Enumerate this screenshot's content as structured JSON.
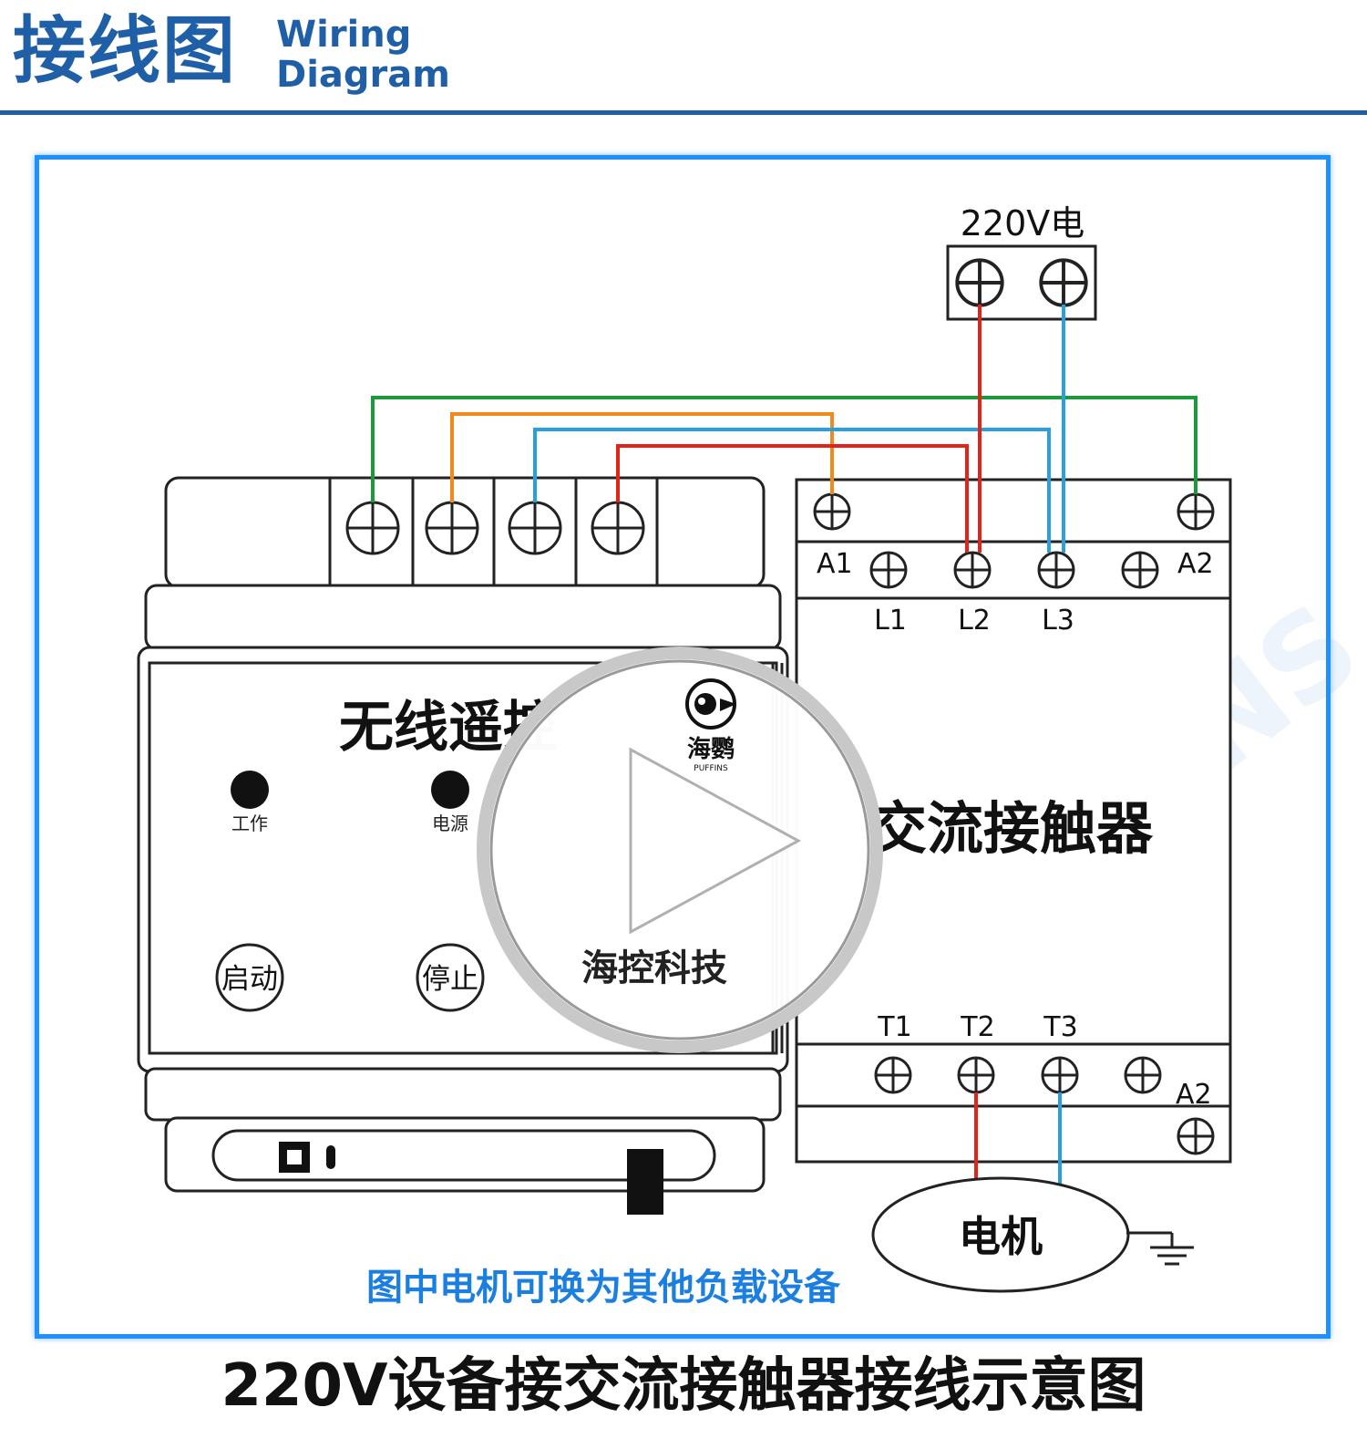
{
  "header": {
    "title_cn": "接线图",
    "title_en_line1": "Wiring",
    "title_en_line2": "Diagram"
  },
  "power_source": {
    "label": "220V电"
  },
  "remote_module": {
    "name": "无线遥控",
    "indicators": [
      "工作",
      "电源"
    ],
    "buttons": [
      "启动",
      "停止"
    ],
    "brand_text": "海控科技",
    "logo_text": "海鹦",
    "logo_subtext": "PUFFINS"
  },
  "contactor": {
    "name": "交流接触器",
    "top_labels": [
      "A1",
      "A2"
    ],
    "line_terminals": [
      "L1",
      "L2",
      "L3"
    ],
    "load_terminals": [
      "T1",
      "T2",
      "T3"
    ],
    "bottom_coil_label": "A2"
  },
  "motor": {
    "label": "电机"
  },
  "note": "图中电机可换为其他负载设备",
  "caption": "220V设备接交流接触器接线示意图",
  "watermark": "PUFFINS",
  "colors": {
    "brand_blue": "#1f5fa8",
    "frame_blue": "#1e90ff",
    "wire_green": "#1a9a3a",
    "wire_orange": "#f08a1c",
    "wire_blue": "#2a9fe0",
    "wire_red": "#e2231a"
  }
}
